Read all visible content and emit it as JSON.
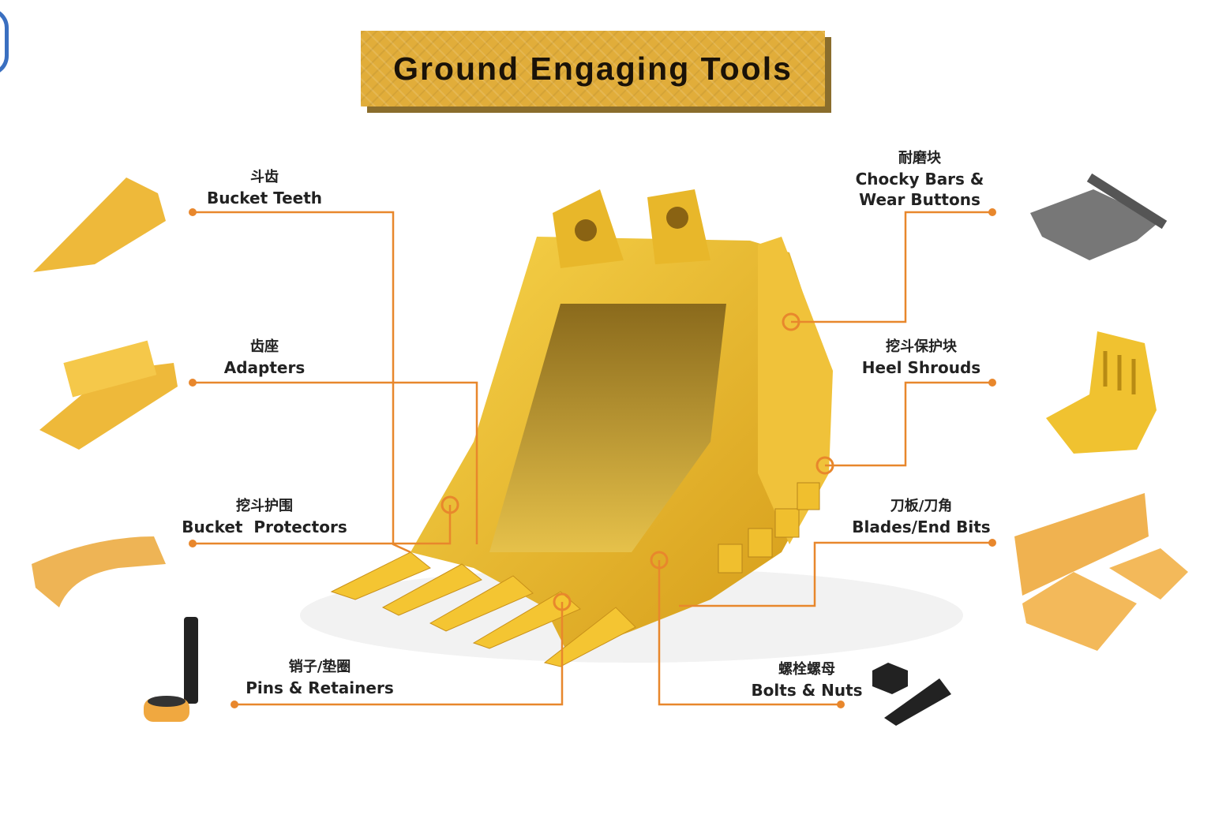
{
  "title": "Ground Engaging Tools",
  "colors": {
    "accent": "#e8872c",
    "banner": "#e1ad3a",
    "part_yellow": "#f2c230"
  },
  "parts": [
    {
      "cn": "斗齿",
      "en": "Bucket Teeth"
    },
    {
      "cn": "齿座",
      "en": "Adapters"
    },
    {
      "cn": "挖斗护围",
      "en": "Bucket  Protectors"
    },
    {
      "cn": "销子/垫圈",
      "en": "Pins & Retainers"
    },
    {
      "cn": "螺栓螺母",
      "en": "Bolts & Nuts"
    },
    {
      "cn": "刀板/刀角",
      "en": "Blades/End Bits"
    },
    {
      "cn": "挖斗保护块",
      "en": "Heel Shrouds"
    },
    {
      "cn": "耐磨块",
      "en": "Chocky Bars &",
      "en2": "Wear Buttons"
    }
  ]
}
